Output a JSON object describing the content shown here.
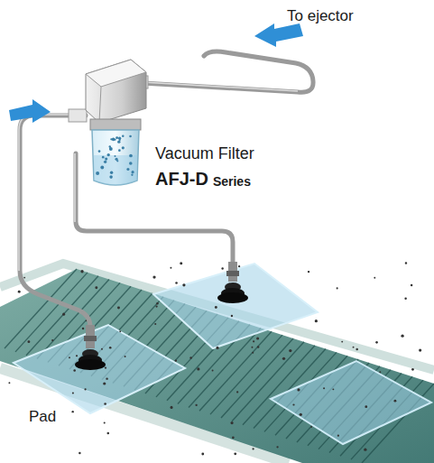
{
  "diagram": {
    "labels": [
      "To ejector",
      "Vacuum Filter",
      "AFJ-D",
      "Series",
      "Pad"
    ]
  }
}
